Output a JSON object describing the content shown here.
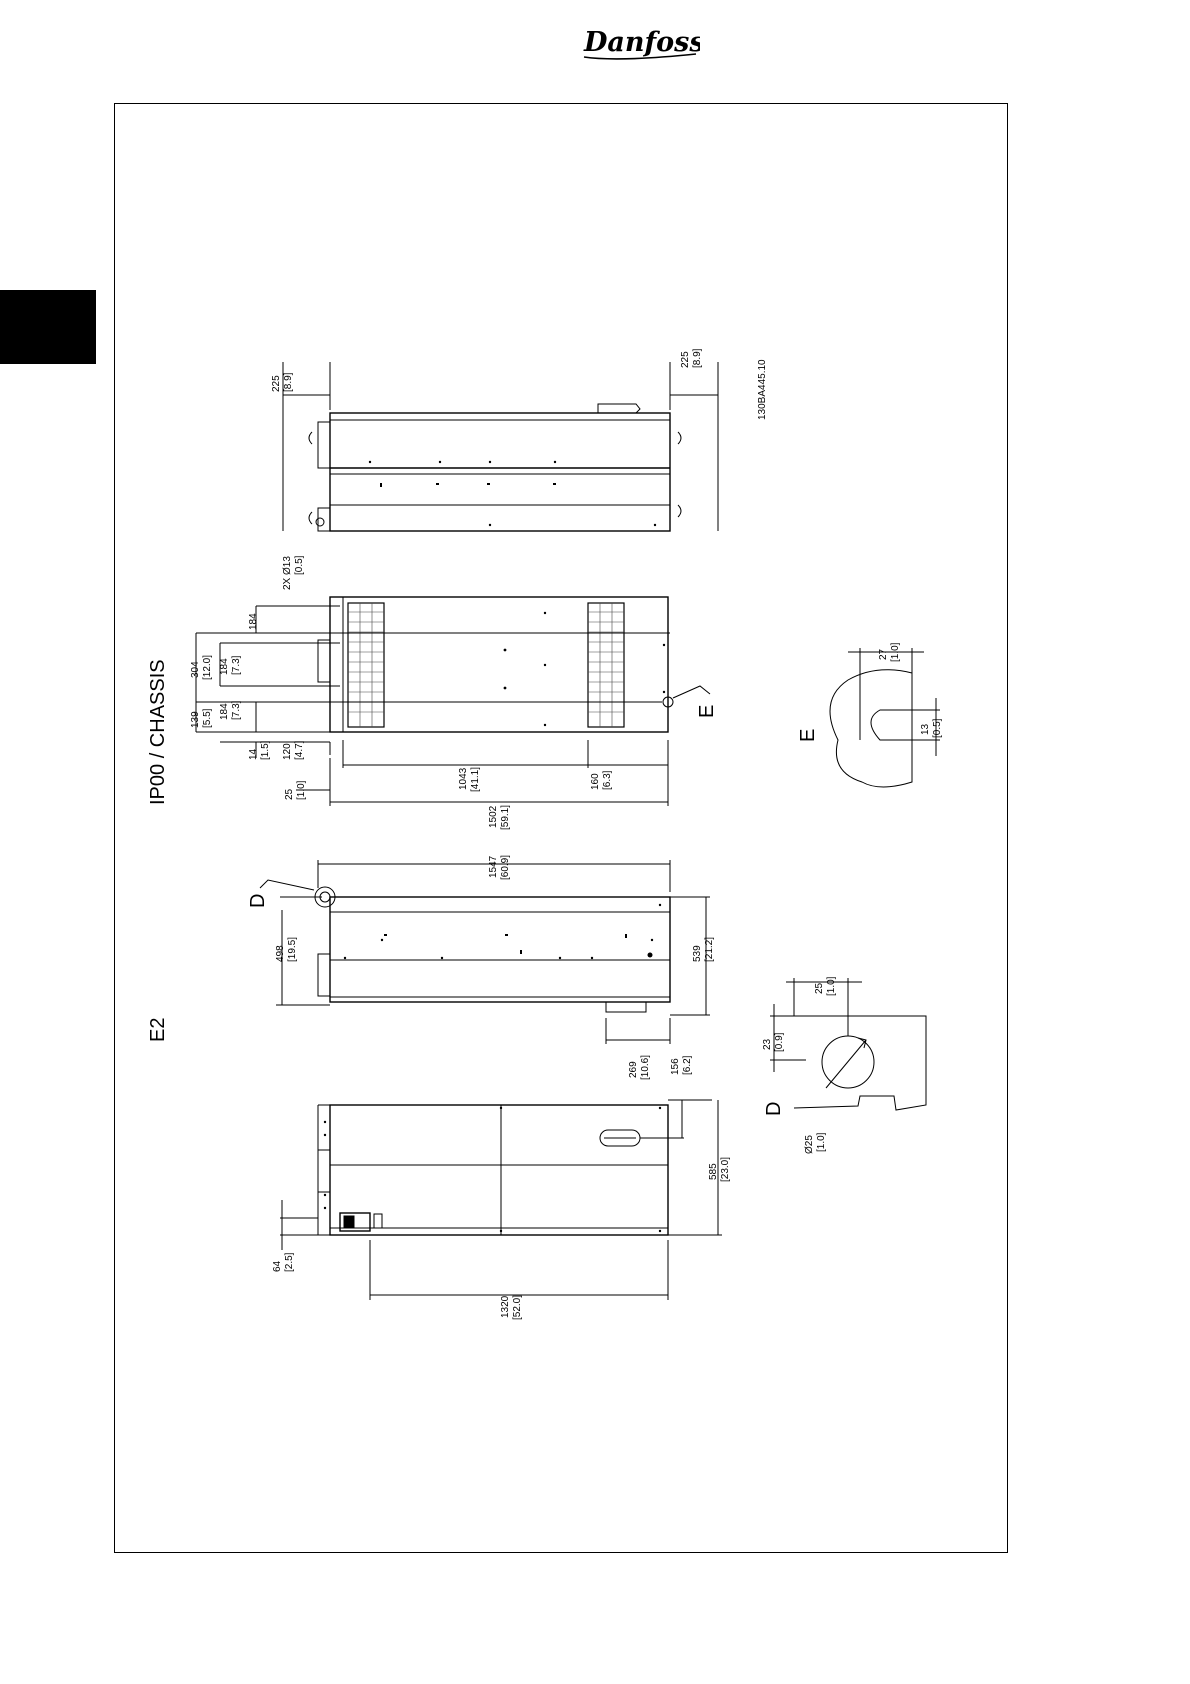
{
  "brand": {
    "logo_text": "Danfoss",
    "accent": "#000000"
  },
  "drawing": {
    "title": "IP00 / CHASSIS",
    "frame_size": "E2",
    "drawing_number": "130BA445.10",
    "detail_labels": {
      "d": "D",
      "e": "E"
    }
  },
  "dimensions": {
    "top_view": {
      "clear_left": [
        "225",
        "[8.9]"
      ],
      "clear_right": [
        "225",
        "[8.9]"
      ]
    },
    "front_view": {
      "mount_hole": [
        "2X Ø13",
        "[0.5]"
      ],
      "d184_top": [
        "184",
        ""
      ],
      "d304": [
        "304",
        "[12.0]"
      ],
      "d184_a": [
        "184",
        "[7.3]"
      ],
      "d139": [
        "139",
        "[5.5]"
      ],
      "d184_b": [
        "184",
        "[7.3]"
      ],
      "d14": [
        "14",
        "[1.5]"
      ],
      "d120": [
        "120",
        "[4.7]"
      ],
      "d25": [
        "25",
        "[1.0]"
      ],
      "d1043": [
        "1043",
        "[41.1]"
      ],
      "d160": [
        "160",
        "[6.3]"
      ],
      "d1502": [
        "1502",
        "[59.1]"
      ]
    },
    "side_view": {
      "d1547": [
        "1547",
        "[60.9]"
      ],
      "d498": [
        "498",
        "[19.5]"
      ],
      "d539": [
        "539",
        "[21.2]"
      ],
      "d269": [
        "269",
        "[10.6]"
      ]
    },
    "bottom_view": {
      "d156": [
        "156",
        "[6.2]"
      ],
      "d585": [
        "585",
        "[23.0]"
      ],
      "d64": [
        "64",
        "[2.5]"
      ],
      "d1320": [
        "1320",
        "[52.0]"
      ]
    },
    "detail_e": {
      "d27": [
        "27",
        "[1.0]"
      ],
      "d13": [
        "13",
        "[0.5]"
      ]
    },
    "detail_d": {
      "d25": [
        "25",
        "[1.0]"
      ],
      "d23": [
        "23",
        "[0.9]"
      ],
      "dia25": [
        "Ø25",
        "[1.0]"
      ]
    }
  }
}
